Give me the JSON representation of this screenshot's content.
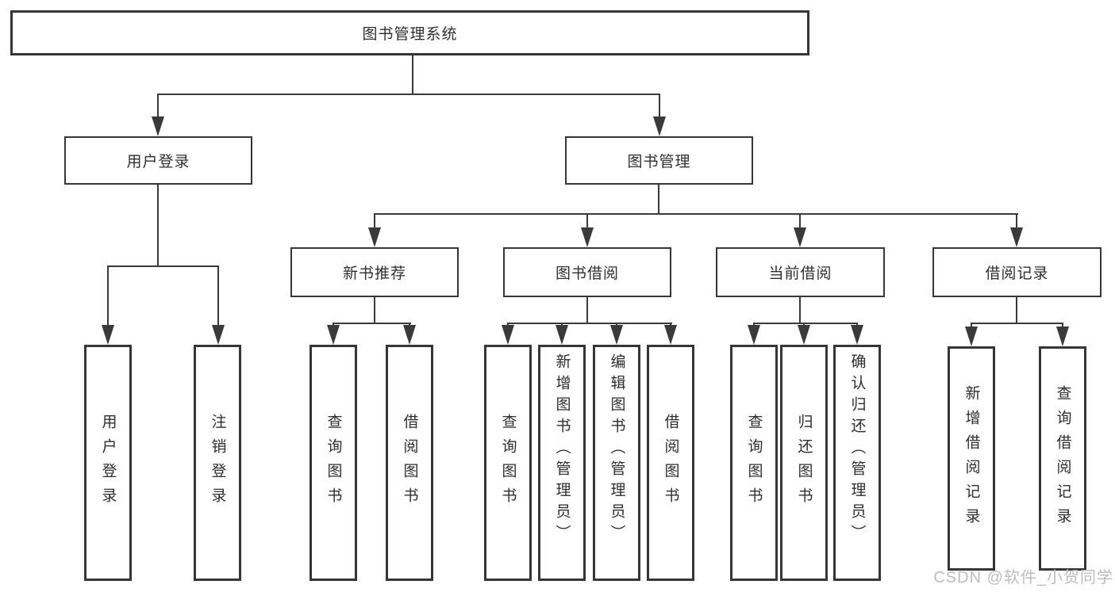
{
  "diagram": {
    "root": {
      "label": "图书管理系统"
    },
    "level2": [
      {
        "id": "user-login",
        "label": "用户登录"
      },
      {
        "id": "book-management",
        "label": "图书管理"
      }
    ],
    "level3": [
      {
        "id": "new-book-recommend",
        "label": "新书推荐",
        "parent": "book-management"
      },
      {
        "id": "book-borrow",
        "label": "图书借阅",
        "parent": "book-management"
      },
      {
        "id": "current-borrow",
        "label": "当前借阅",
        "parent": "book-management"
      },
      {
        "id": "borrow-record",
        "label": "借阅记录",
        "parent": "book-management"
      }
    ],
    "leaves": {
      "user_login": [
        "用户登录",
        "注销登录"
      ],
      "new_book_recommend": [
        "查询图书",
        "借阅图书"
      ],
      "book_borrow": [
        "查询图书",
        "新增图书（管理员）",
        "编辑图书（管理员）",
        "借阅图书"
      ],
      "current_borrow": [
        "查询图书",
        "归还图书",
        "确认归还（管理员）"
      ],
      "borrow_record": [
        "新增借阅记录",
        "查询借阅记录"
      ]
    },
    "watermark": "CSDN @软件_小贺同学",
    "colors": {
      "line": "#3a3a3a",
      "box_border": "#363636",
      "text": "#2e2e2e",
      "background": "#ffffff",
      "watermark": "#bdbdbd"
    }
  }
}
